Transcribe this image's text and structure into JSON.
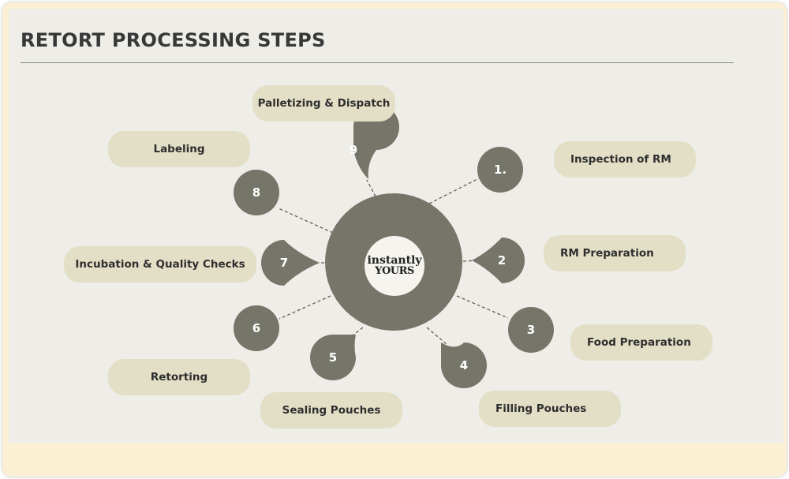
{
  "title": "RETORT PROCESSING STEPS",
  "logo": {
    "line1": "instantly",
    "line2": "YOURS"
  },
  "colors": {
    "node": "#76756a",
    "label_bg": "#e3dfc6",
    "slide_bg": "#eeede8",
    "frame_bg": "#fbf0d4"
  },
  "steps": [
    {
      "num": "1.",
      "label": "Inspection of RM"
    },
    {
      "num": "2",
      "label": "RM Preparation"
    },
    {
      "num": "3",
      "label": "Food Preparation"
    },
    {
      "num": "4",
      "label": "Filling Pouches"
    },
    {
      "num": "5",
      "label": "Sealing Pouches"
    },
    {
      "num": "6",
      "label": "Retorting"
    },
    {
      "num": "7",
      "label": "Incubation & Quality Checks"
    },
    {
      "num": "8",
      "label": "Labeling"
    },
    {
      "num": "9",
      "label": "Palletizing & Dispatch"
    }
  ]
}
